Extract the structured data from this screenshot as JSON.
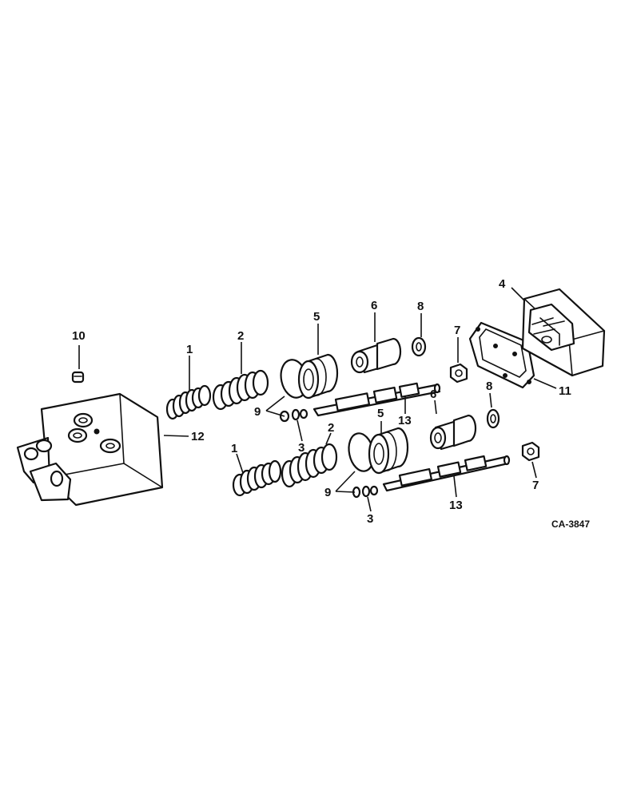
{
  "diagram": {
    "reference_code": "CA-3847",
    "callouts": {
      "c1a": "1",
      "c1b": "1",
      "c2a": "2",
      "c2b": "2",
      "c3a": "3",
      "c3b": "3",
      "c4": "4",
      "c5a": "5",
      "c5b": "5",
      "c6a": "6",
      "c6b": "6",
      "c7a": "7",
      "c7b": "7",
      "c8a": "8",
      "c8b": "8",
      "c9a": "9",
      "c9b": "9",
      "c10": "10",
      "c11": "11",
      "c12": "12",
      "c13a": "13",
      "c13b": "13"
    }
  }
}
